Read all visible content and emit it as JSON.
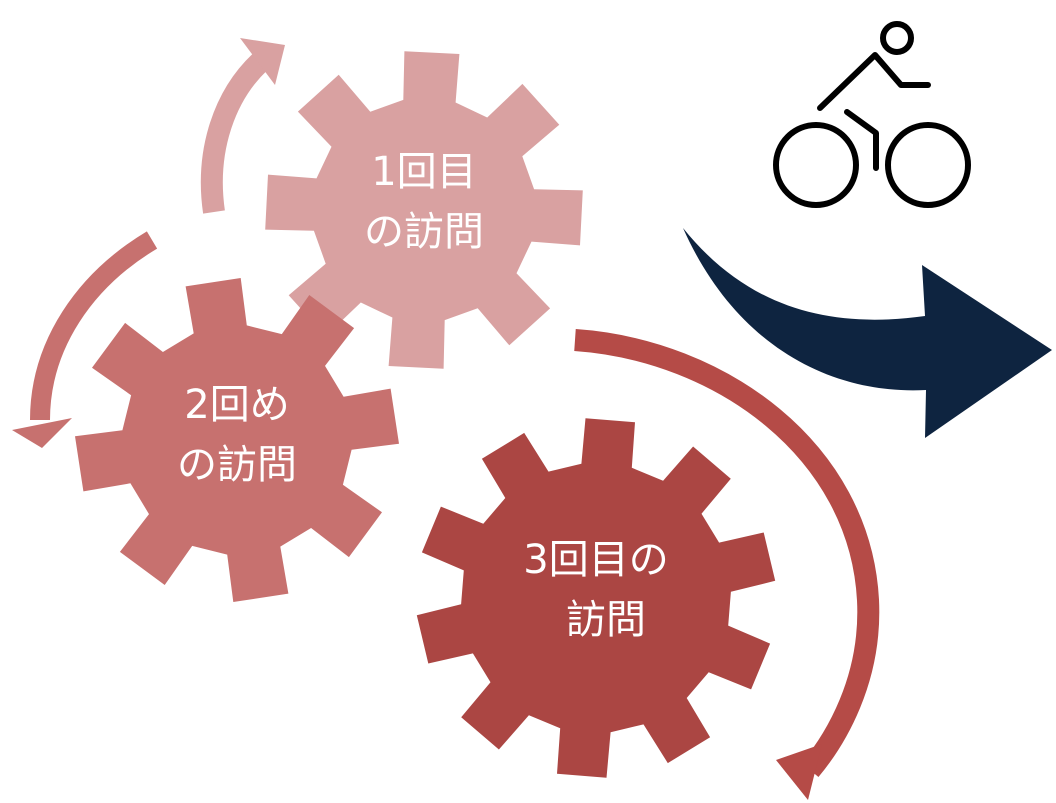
{
  "diagram": {
    "colors": {
      "gear1": "#d9a1a1",
      "gear2": "#c7716f",
      "gear3": "#ab4643",
      "arrow1": "#d9a1a1",
      "arrow2": "#c7716f",
      "arrow3": "#b54b47",
      "big_arrow": "#0e2440",
      "icon": "#000000",
      "text": "#ffffff"
    },
    "gears": [
      {
        "label_line1": "1回目",
        "label_line2": "の訪問"
      },
      {
        "label_line1": "2回め",
        "label_line2": "の訪問"
      },
      {
        "label_line1": "3回目の",
        "label_line2": "訪問"
      }
    ],
    "icon": "cyclist-icon",
    "arrow_icon": "curved-arrow-right"
  }
}
